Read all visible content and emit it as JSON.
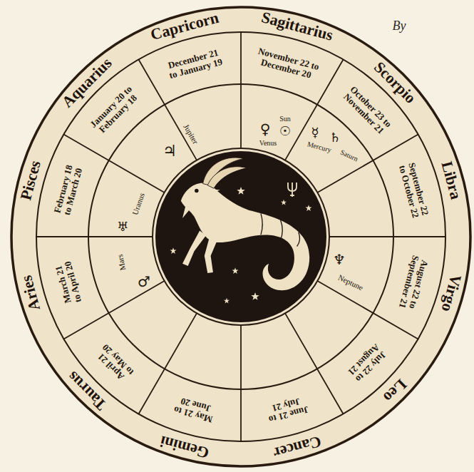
{
  "diagram": {
    "labels": [
      "By",
      "Capricorn",
      "Sagittarius",
      "Scorpio",
      "Libra",
      "Virgo",
      "Leo",
      "Cancer",
      "Gemini",
      "Taurus",
      "Aries",
      "Pisces",
      "Aquarius",
      "December 21 to January 19",
      "November 22 to December 20",
      "October 23 to November 21",
      "September 22 to October 22",
      "August 22 to September 21",
      "July 22 to August 21",
      "June 21 to July 21",
      "May 21 to June 20",
      "April 21 to May 20",
      "March 21 to April 20",
      "February 18 to March 20",
      "January 20 to February 18",
      "♀",
      "Venus",
      "☉",
      "Sun",
      "☿",
      "Mercury",
      "♄",
      "Saturn",
      "♃",
      "Jupiter",
      "♅",
      "Uranus",
      "♂",
      "Mars",
      "♆",
      "Neptune"
    ]
  }
}
